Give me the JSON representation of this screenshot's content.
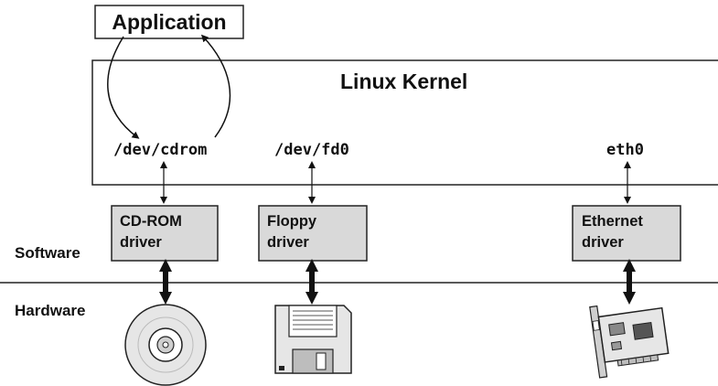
{
  "application": {
    "label": "Application"
  },
  "kernel": {
    "label": "Linux Kernel"
  },
  "device_files": [
    {
      "path": "/dev/cdrom"
    },
    {
      "path": "/dev/fd0"
    },
    {
      "path": "eth0"
    }
  ],
  "drivers": [
    {
      "line1": "CD-ROM",
      "line2": "driver",
      "hardware_icon": "cd-disc-icon"
    },
    {
      "line1": "Floppy",
      "line2": "driver",
      "hardware_icon": "floppy-disk-icon"
    },
    {
      "line1": "Ethernet",
      "line2": "driver",
      "hardware_icon": "network-card-icon"
    }
  ],
  "layers": {
    "software": "Software",
    "hardware": "Hardware"
  },
  "colors": {
    "driver_fill": "#d9d9d9",
    "stroke": "#222222",
    "background": "#ffffff"
  }
}
